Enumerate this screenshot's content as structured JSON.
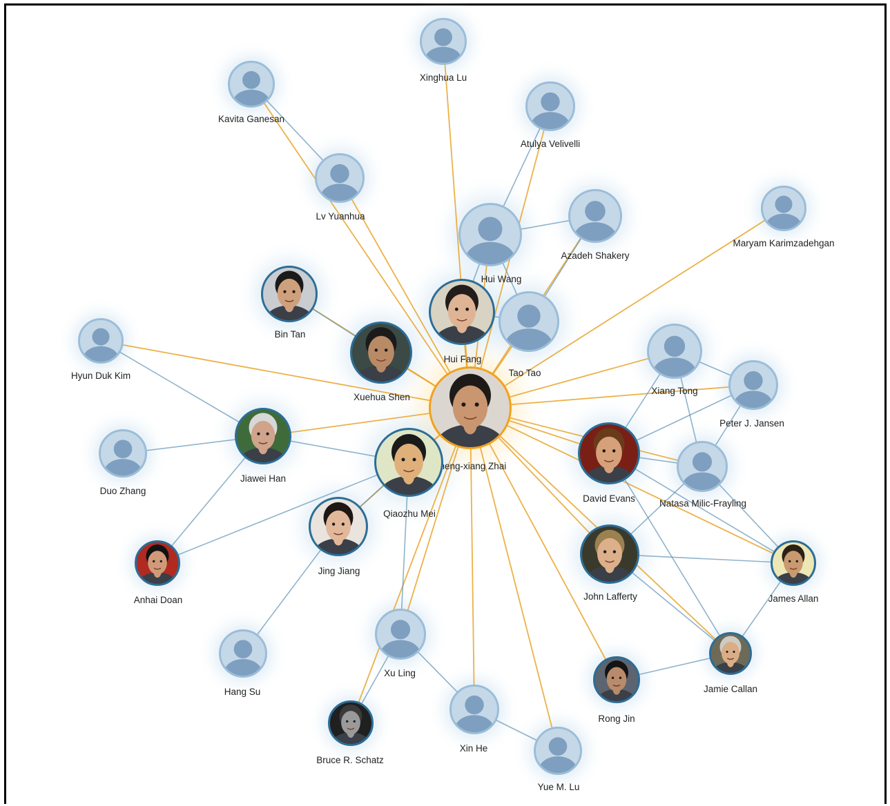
{
  "colors": {
    "edge": "#5f93b5",
    "edge_focus": "#e9a328",
    "node_ring": "#2c6d96",
    "node_focus_ring": "#f0a21e",
    "avatar_fill": "#c5d8e8",
    "avatar_figure": "#7e9fbf",
    "label": "#222222"
  },
  "nodes": [
    {
      "id": "zhai",
      "label": "Cheng-xiang Zhai",
      "kind": "photo",
      "focus": true,
      "hair": "#1d1a18",
      "skin": "#c99670",
      "bg": "#dcd6d0"
    },
    {
      "id": "hfang",
      "label": "Hui Fang",
      "kind": "photo",
      "hair": "#221d1b",
      "skin": "#dfb494",
      "bg": "#d9d3c3"
    },
    {
      "id": "taotao",
      "label": "Tao Tao",
      "kind": "avatar"
    },
    {
      "id": "xshen",
      "label": "Xuehua Shen",
      "kind": "photo",
      "hair": "#1b1b1b",
      "skin": "#b98a66",
      "bg": "#3c4a45"
    },
    {
      "id": "qmei",
      "label": "Qiaozhu Mei",
      "kind": "photo",
      "hair": "#1a1a1a",
      "skin": "#e0b07a",
      "bg": "#dfe6c6"
    },
    {
      "id": "jhan",
      "label": "Jiawei Han",
      "kind": "photo",
      "hair": "#d8d8d8",
      "skin": "#cfa48a",
      "bg": "#3f6b3a"
    },
    {
      "id": "jjiang",
      "label": "Jing Jiang",
      "kind": "photo",
      "hair": "#1e1713",
      "skin": "#e2b89b",
      "bg": "#e9e4de"
    },
    {
      "id": "devans",
      "label": "David Evans",
      "kind": "photo",
      "hair": "#6a3b1a",
      "skin": "#d6a17a",
      "bg": "#7a1f16"
    },
    {
      "id": "jlafferty",
      "label": "John Lafferty",
      "kind": "photo",
      "hair": "#9a8150",
      "skin": "#dcb08b",
      "bg": "#3a3a2c"
    },
    {
      "id": "xtong",
      "label": "Xiang Tong",
      "kind": "avatar"
    },
    {
      "id": "pjansen",
      "label": "Peter J. Jansen",
      "kind": "avatar"
    },
    {
      "id": "nmilic",
      "label": "Natasa Milic-Frayling",
      "kind": "avatar"
    },
    {
      "id": "jallan",
      "label": "James Allan",
      "kind": "photo",
      "hair": "#2a2016",
      "skin": "#c9996f",
      "bg": "#ede6b5"
    },
    {
      "id": "jcallan",
      "label": "Jamie Callan",
      "kind": "photo",
      "hair": "#cfcbc2",
      "skin": "#d9ad86",
      "bg": "#6d6a58"
    },
    {
      "id": "rjin",
      "label": "Rong Jin",
      "kind": "photo",
      "hair": "#141414",
      "skin": "#b78b6b",
      "bg": "#5c6470"
    },
    {
      "id": "xuling",
      "label": "Xu Ling",
      "kind": "avatar"
    },
    {
      "id": "xinhe",
      "label": "Xin He",
      "kind": "avatar"
    },
    {
      "id": "yuelu",
      "label": "Yue M. Lu",
      "kind": "avatar"
    },
    {
      "id": "bschatz",
      "label": "Bruce R. Schatz",
      "kind": "photo",
      "hair": "#3a3a3a",
      "skin": "#9a9a9a",
      "bg": "#202020"
    },
    {
      "id": "hangsu",
      "label": "Hang Su",
      "kind": "avatar"
    },
    {
      "id": "adoan",
      "label": "Anhai Doan",
      "kind": "photo",
      "hair": "#121212",
      "skin": "#d09a78",
      "bg": "#b02a22"
    },
    {
      "id": "dzhang",
      "label": "Duo Zhang",
      "kind": "avatar"
    },
    {
      "id": "hkim",
      "label": "Hyun Duk Kim",
      "kind": "avatar"
    },
    {
      "id": "btan",
      "label": "Bin Tan",
      "kind": "photo",
      "hair": "#1a1a1a",
      "skin": "#cfa07c",
      "bg": "#c9ccd0"
    },
    {
      "id": "lyuanhua",
      "label": "Lv Yuanhua",
      "kind": "avatar"
    },
    {
      "id": "kganesan",
      "label": "Kavita Ganesan",
      "kind": "avatar"
    },
    {
      "id": "xlu",
      "label": "Xinghua Lu",
      "kind": "avatar"
    },
    {
      "id": "avelivelli",
      "label": "Atulya Velivelli",
      "kind": "avatar"
    },
    {
      "id": "hwang",
      "label": "Hui Wang",
      "kind": "avatar"
    },
    {
      "id": "ashakery",
      "label": "Azadeh Shakery",
      "kind": "avatar"
    },
    {
      "id": "mkarimz",
      "label": "Maryam Karimzadehgan",
      "kind": "avatar"
    }
  ],
  "edges": [
    [
      "zhai",
      "hfang"
    ],
    [
      "zhai",
      "taotao"
    ],
    [
      "zhai",
      "xshen"
    ],
    [
      "zhai",
      "qmei"
    ],
    [
      "zhai",
      "jhan"
    ],
    [
      "zhai",
      "jjiang"
    ],
    [
      "zhai",
      "devans"
    ],
    [
      "zhai",
      "jlafferty"
    ],
    [
      "zhai",
      "xtong"
    ],
    [
      "zhai",
      "pjansen"
    ],
    [
      "zhai",
      "nmilic"
    ],
    [
      "zhai",
      "jallan"
    ],
    [
      "zhai",
      "xuling"
    ],
    [
      "zhai",
      "xinhe"
    ],
    [
      "zhai",
      "yuelu"
    ],
    [
      "zhai",
      "rjin"
    ],
    [
      "zhai",
      "bschatz"
    ],
    [
      "zhai",
      "hkim"
    ],
    [
      "zhai",
      "lyuanhua"
    ],
    [
      "zhai",
      "kganesan"
    ],
    [
      "zhai",
      "xlu"
    ],
    [
      "zhai",
      "avelivelli"
    ],
    [
      "zhai",
      "hwang"
    ],
    [
      "zhai",
      "ashakery"
    ],
    [
      "zhai",
      "mkarimz"
    ],
    [
      "zhai",
      "btan"
    ],
    [
      "zhai",
      "jcallan"
    ],
    [
      "xshen",
      "btan"
    ],
    [
      "qmei",
      "jhan"
    ],
    [
      "qmei",
      "jjiang"
    ],
    [
      "qmei",
      "xuling"
    ],
    [
      "qmei",
      "adoan"
    ],
    [
      "jhan",
      "dzhang"
    ],
    [
      "jhan",
      "hkim"
    ],
    [
      "jhan",
      "adoan"
    ],
    [
      "jjiang",
      "hangsu"
    ],
    [
      "xuling",
      "bschatz"
    ],
    [
      "xuling",
      "xinhe"
    ],
    [
      "xinhe",
      "yuelu"
    ],
    [
      "devans",
      "xtong"
    ],
    [
      "devans",
      "nmilic"
    ],
    [
      "devans",
      "pjansen"
    ],
    [
      "devans",
      "jallan"
    ],
    [
      "devans",
      "jcallan"
    ],
    [
      "xtong",
      "pjansen"
    ],
    [
      "xtong",
      "nmilic"
    ],
    [
      "pjansen",
      "nmilic"
    ],
    [
      "nmilic",
      "jallan"
    ],
    [
      "jlafferty",
      "jallan"
    ],
    [
      "jlafferty",
      "jcallan"
    ],
    [
      "jlafferty",
      "nmilic"
    ],
    [
      "jallan",
      "jcallan"
    ],
    [
      "rjin",
      "jcallan"
    ],
    [
      "hwang",
      "ashakery"
    ],
    [
      "hwang",
      "taotao"
    ],
    [
      "hwang",
      "avelivelli"
    ],
    [
      "taotao",
      "ashakery"
    ],
    [
      "hfang",
      "hwang"
    ],
    [
      "lyuanhua",
      "kganesan"
    ],
    [
      "hfang",
      "taotao"
    ]
  ]
}
